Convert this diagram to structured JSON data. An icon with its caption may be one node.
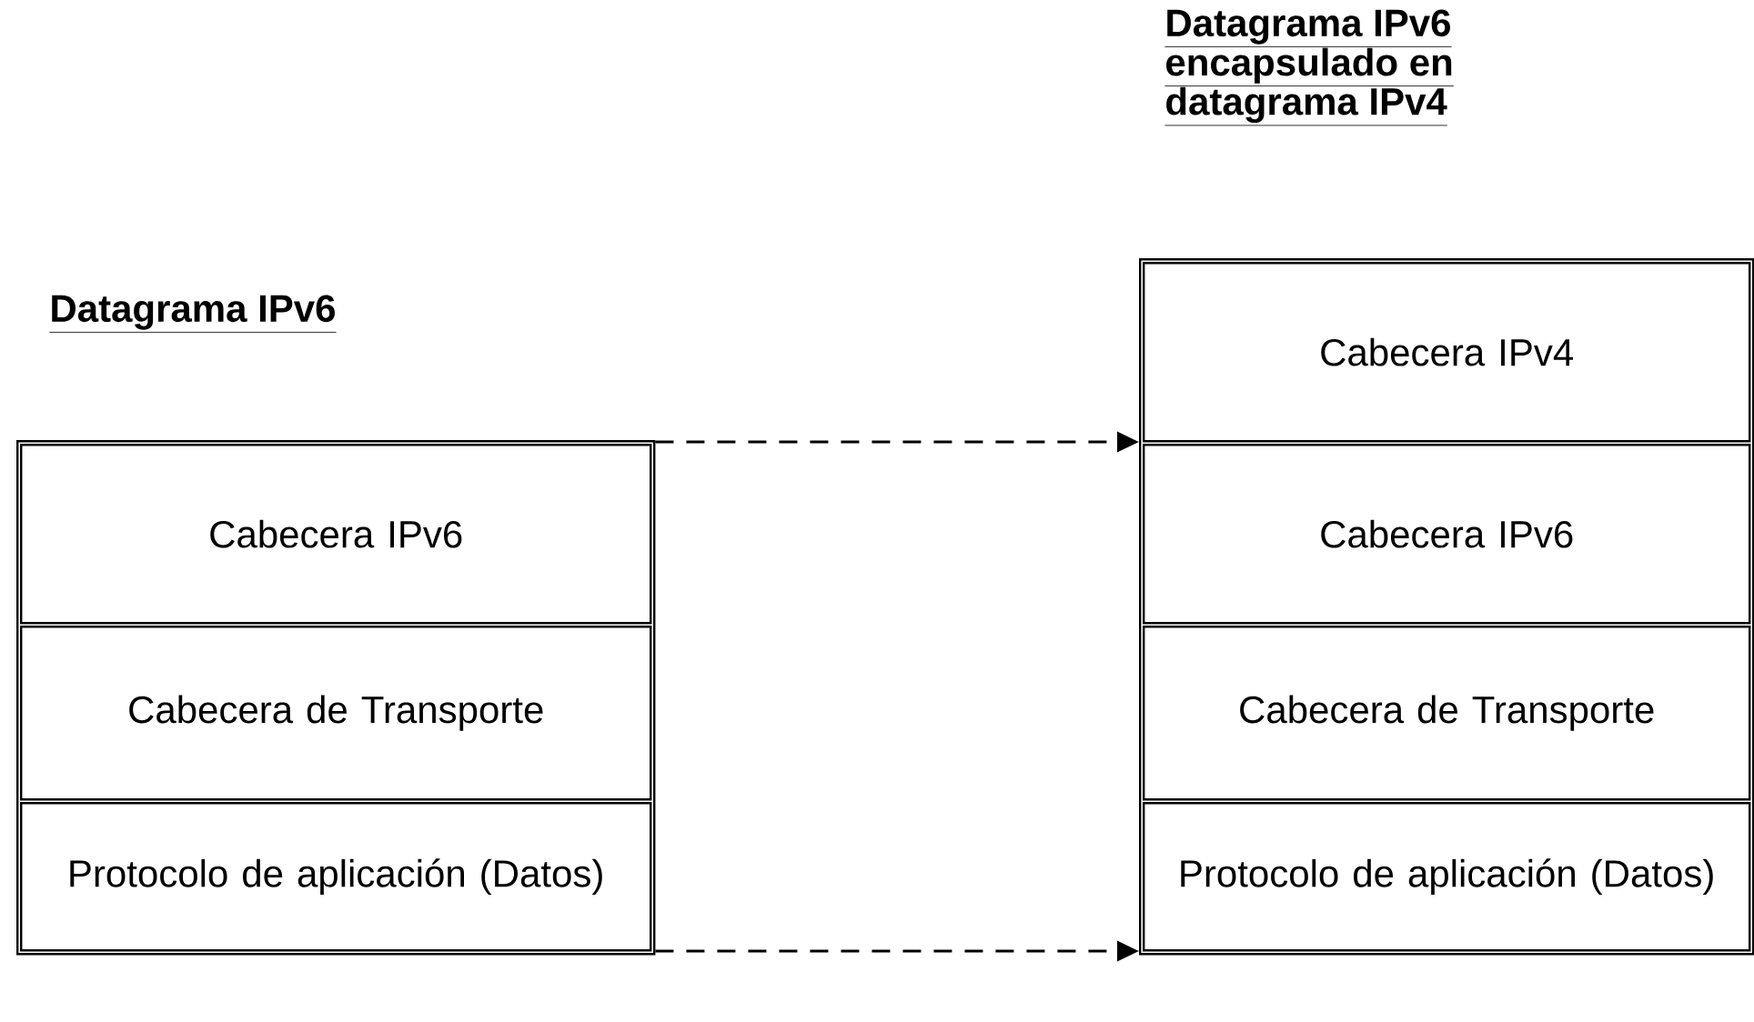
{
  "diagram": {
    "nodes": [
      {
        "text": [
          "Datagrama IPv6"
        ]
      },
      {
        "text": [
          "Cabecera IPv6"
        ],
        "in": 0
      },
      {
        "text": [
          "Cabecera de Transporte"
        ],
        "in": 0
      },
      {
        "text": [
          "Protocolo de aplicación (Datos)"
        ],
        "in": 0
      },
      {
        "text": [
          "Datagrama IPv6 encapsulado en datagrama IPv4"
        ]
      },
      {
        "text": [
          "Cabecera IPv4"
        ],
        "in": 4
      },
      {
        "text": [
          "Cabecera IPv6"
        ],
        "in": 4
      },
      {
        "text": [
          "Cabecera de Transporte"
        ],
        "in": 4
      },
      {
        "text": [
          "Protocolo de aplicación (Datos)"
        ],
        "in": 4
      }
    ],
    "edges": [
      {
        "from": 0,
        "to": 4,
        "arrow": "to",
        "style": "dashed"
      },
      {
        "from": 0,
        "to": 4,
        "arrow": "to",
        "style": "dashed"
      }
    ]
  }
}
